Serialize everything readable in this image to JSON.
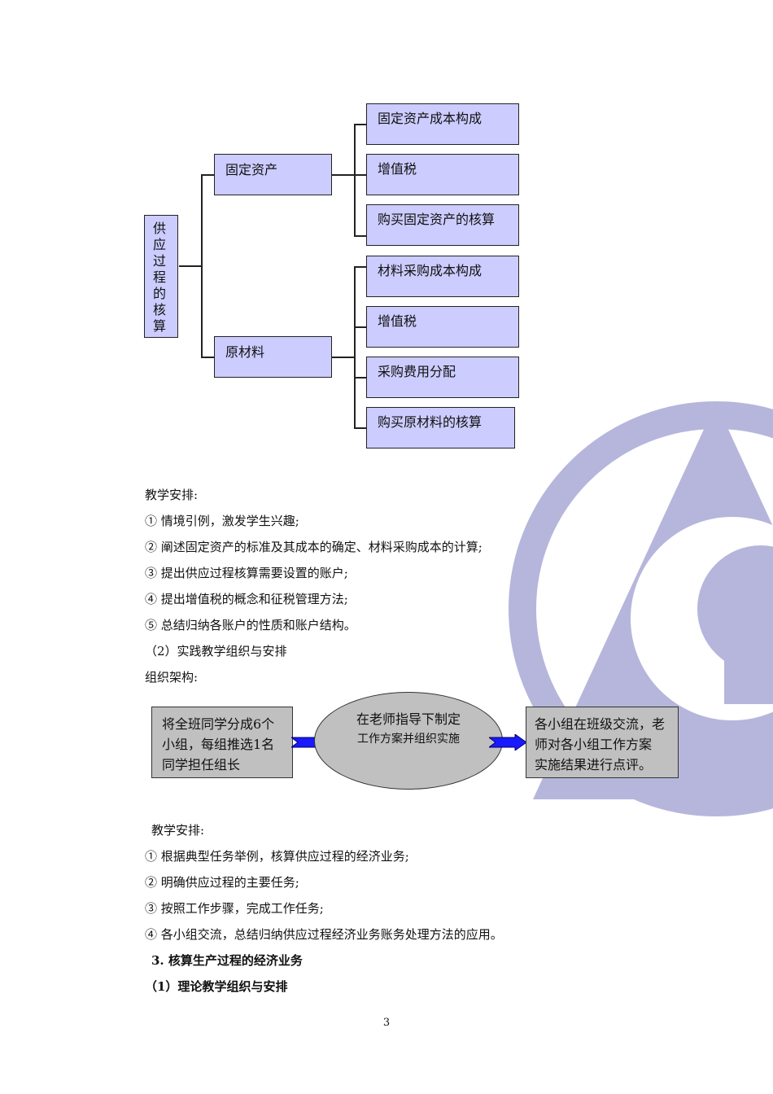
{
  "tree": {
    "root": "供应过程的核算",
    "branches": [
      {
        "label": "固定资产",
        "children": [
          "固定资产成本构成",
          "增值税",
          "购买固定资产的核算"
        ]
      },
      {
        "label": "原材料",
        "children": [
          "材料采购成本构成",
          "增值税",
          "采购费用分配",
          "购买原材料的核算"
        ]
      }
    ]
  },
  "section1": {
    "heading": "教学安排:",
    "items": [
      "① 情境引例，激发学生兴趣;",
      "② 阐述固定资产的标准及其成本的确定、材料采购成本的计算;",
      "③ 提出供应过程核算需要设置的账户;",
      "④ 提出增值税的概念和征税管理方法;",
      "⑤ 总结归纳各账户的性质和账户结构。"
    ]
  },
  "practice_heading": "（2）实践教学组织与安排",
  "org_heading": "组织架构:",
  "flow": {
    "step1_lines": [
      "将全班同学分成6个",
      "小组，每组推选1名",
      "同学担任组长"
    ],
    "step2_lines": [
      "在老师指导下制定",
      "工作方案并组织实施"
    ],
    "step3_lines": [
      "各小组在班级交流，老",
      "师对各小组工作方案",
      "实施结果进行点评。"
    ]
  },
  "section2": {
    "heading": "教学安排:",
    "items": [
      "① 根据典型任务举例，核算供应过程的经济业务;",
      "② 明确供应过程的主要任务;",
      "③ 按照工作步骤，完成工作任务;",
      "④ 各小组交流，总结归纳供应过程经济业务账务处理方法的应用。"
    ]
  },
  "section3_heading": "3. 核算生产过程的经济业务",
  "section3_sub": "（1）理论教学组织与安排",
  "page_number": "3",
  "colors": {
    "tree_box_fill": "#ccccff",
    "flow_fill": "#c0c0c0",
    "arrow_fill": "#1a1aff",
    "watermark": "#9a9acf"
  }
}
